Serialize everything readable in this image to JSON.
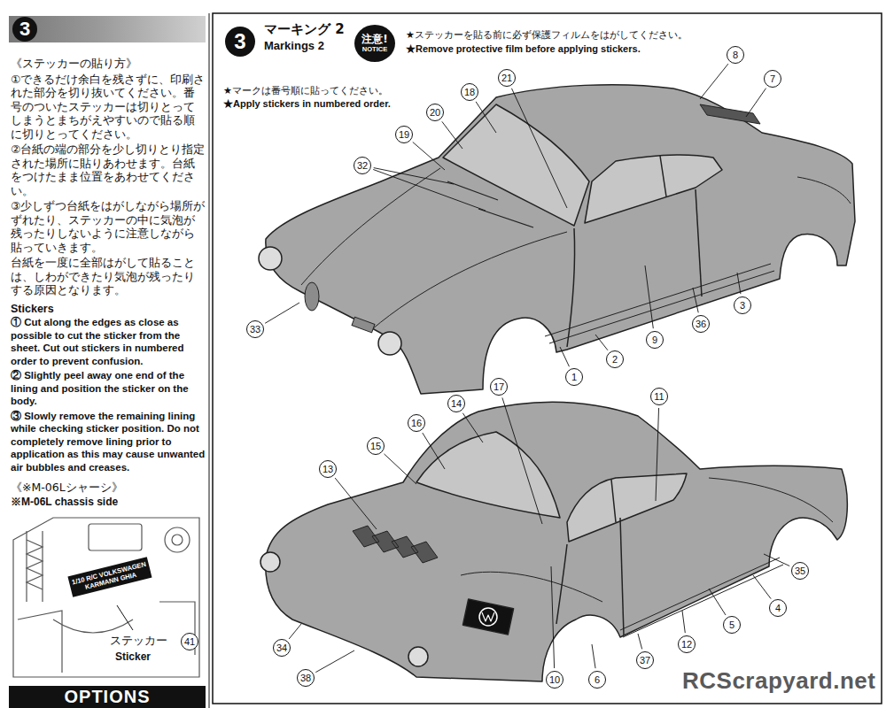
{
  "diagram": {
    "title": "マーキング 2",
    "nodes": [
      {
        "text": [
          "3"
        ]
      },
      {
        "text": [
          "3"
        ]
      },
      {
        "text": [
          "注意!",
          "NOTICE"
        ]
      },
      {
        "text": [
          "OPTIONS"
        ]
      },
      {
        "text": [
          "1/10 R/C VOLKSWAGEN KARMANN GHIA"
        ]
      }
    ],
    "labels": [
      "《ステッカーの貼り方》",
      "①できるだけ余白を残さずに、印刷された部分を切り抜いてください。番号のついたステッカーは切りとってしまうとまちがえやすいので貼る順に切りとってください。",
      "②台紙の端の部分を少し切りとり指定された場所に貼りあわせます。台紙をつけたまま位置をあわせてください。",
      "③少しずつ台紙をはがしながら場所がずれたり、ステッカーの中に気泡が残ったりしないように注意しながら貼っていきます。",
      "台紙を一度に全部はがして貼ることは、しわができたり気泡が残ったりする原因となります。",
      "Stickers",
      "① Cut along the edges as close as possible to cut the sticker from the sheet. Cut out stickers in numbered order to prevent confusion.",
      "② Slightly peel away one end of the lining and position the sticker on the body.",
      "③ Slowly remove the remaining lining while checking sticker position. Do not completely remove lining prior to application as this may cause unwanted air bubbles and creases.",
      "《※M-06Lシャーシ》",
      "※M-06L chassis side",
      "ステッカー",
      "Sticker",
      "41",
      "Markings 2",
      "★ステッカーを貼る前に必ず保護フィルムをはがしてください。",
      "★Remove protective film before applying stickers.",
      "★マークは番号順に貼ってください。",
      "★Apply stickers in numbered order.",
      "8",
      "7",
      "21",
      "18",
      "20",
      "19",
      "32",
      "33",
      "1",
      "2",
      "9",
      "36",
      "3",
      "17",
      "11",
      "14",
      "16",
      "15",
      "13",
      "35",
      "4",
      "5",
      "12",
      "37",
      "6",
      "10",
      "38",
      "34",
      "RCScrapyard.net"
    ]
  }
}
